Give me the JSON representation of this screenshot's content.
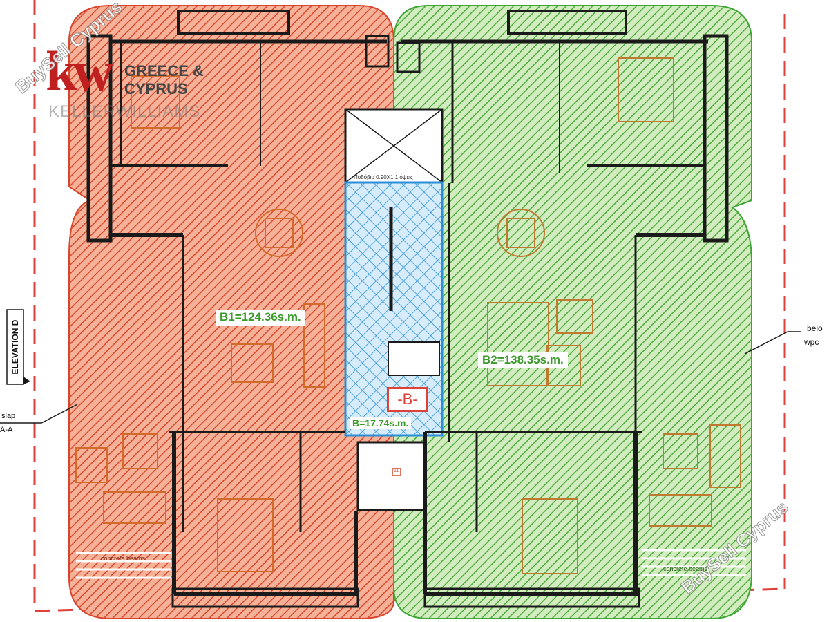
{
  "logo": {
    "monogram": "kw",
    "line1": "GREECE &",
    "line2": "CYPRUS",
    "line3": "KELLERWILLIAMS"
  },
  "watermark": "BuySell Cyprus",
  "units": {
    "b1": {
      "label": "B1=124.36s.m.",
      "color": "#e0502e",
      "fill": "#f0a080"
    },
    "b2": {
      "label": "B2=138.35s.m.",
      "color": "#3fa535",
      "fill": "#b6dba0"
    },
    "stair": {
      "tag": "-B-",
      "area": "B=17.74s.m.",
      "color": "#2a8fd6"
    }
  },
  "annotations": {
    "elevation": "ELEVATION D",
    "slab_line1": "slap",
    "slab_line2": "A-A",
    "right_line1": "belo",
    "right_line2": "wpc",
    "lift_note": "Ποδόβιο 0.90Χ1.1 όψεις",
    "beams_left": "concrete beams",
    "beams_right": "concrete beams",
    "lift_mark": "11"
  },
  "colors": {
    "red_edge": "#d8452a",
    "green_edge": "#3fa535",
    "wall": "#1a1a1a",
    "furniture_red": "#d26a2a",
    "furniture_green": "#c07a30",
    "dash": "#e0403a"
  }
}
